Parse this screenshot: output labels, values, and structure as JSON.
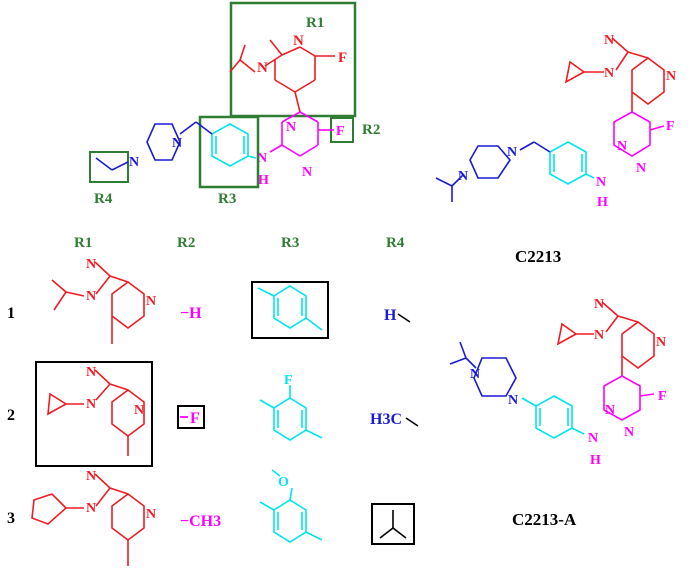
{
  "colors": {
    "red": "#ee1c24",
    "magenta": "#ff00ff",
    "cyan": "#00e5ee",
    "blue": "#1a1ad6",
    "green": "#2e7d32",
    "black": "#000000"
  },
  "scaffold": {
    "box_labels": {
      "r1": "R1",
      "r2": "R2",
      "r3": "R3",
      "r4": "R4"
    },
    "atoms": {
      "n": "N",
      "f": "F",
      "h": "H"
    }
  },
  "table": {
    "headers": [
      "R1",
      "R2",
      "R3",
      "R4"
    ],
    "row_numbers": [
      "1",
      "2",
      "3"
    ],
    "r2_values": [
      "−H",
      "F",
      "−CH3"
    ],
    "r4_values": [
      "H",
      "H3C",
      ""
    ]
  },
  "compounds": {
    "top": {
      "name": "C2213"
    },
    "bottom": {
      "name": "C2213-A"
    }
  }
}
